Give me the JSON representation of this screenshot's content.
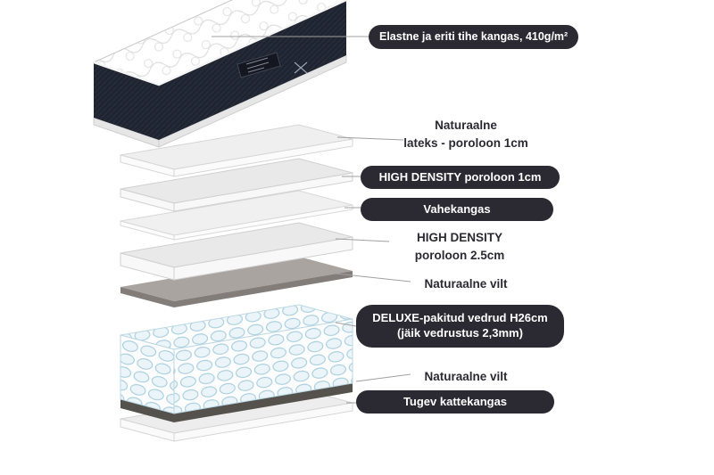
{
  "diagram": {
    "labels": {
      "fabric": {
        "text": "Elastne ja eriti tihe kangas, 410g/m²"
      },
      "latex": {
        "line1": "Naturaalne",
        "line2": "lateks - poroloon 1cm"
      },
      "hd_foam_1": {
        "text": "HIGH DENSITY poroloon 1cm"
      },
      "interlayer": {
        "text": "Vahekangas"
      },
      "hd_foam_25": {
        "line1": "HIGH DENSITY",
        "line2": "poroloon 2.5cm"
      },
      "felt_upper": {
        "text": "Naturaalne vilt"
      },
      "springs": {
        "line1": "DELUXE-pakitud vedrud H26cm",
        "line2": "(jäik vedrustus 2,3mm)"
      },
      "felt_lower": {
        "text": "Naturaalne vilt"
      },
      "cover": {
        "text": "Tugev kattekangas"
      }
    },
    "colors": {
      "pill_bg": "#2b2a33",
      "label_text": "#2b2a33",
      "leader_line": "#a0a0a0",
      "mattress_side": "#1f2430",
      "springs_blue": "#a6cddd",
      "felt_gray": "#827d78"
    }
  }
}
